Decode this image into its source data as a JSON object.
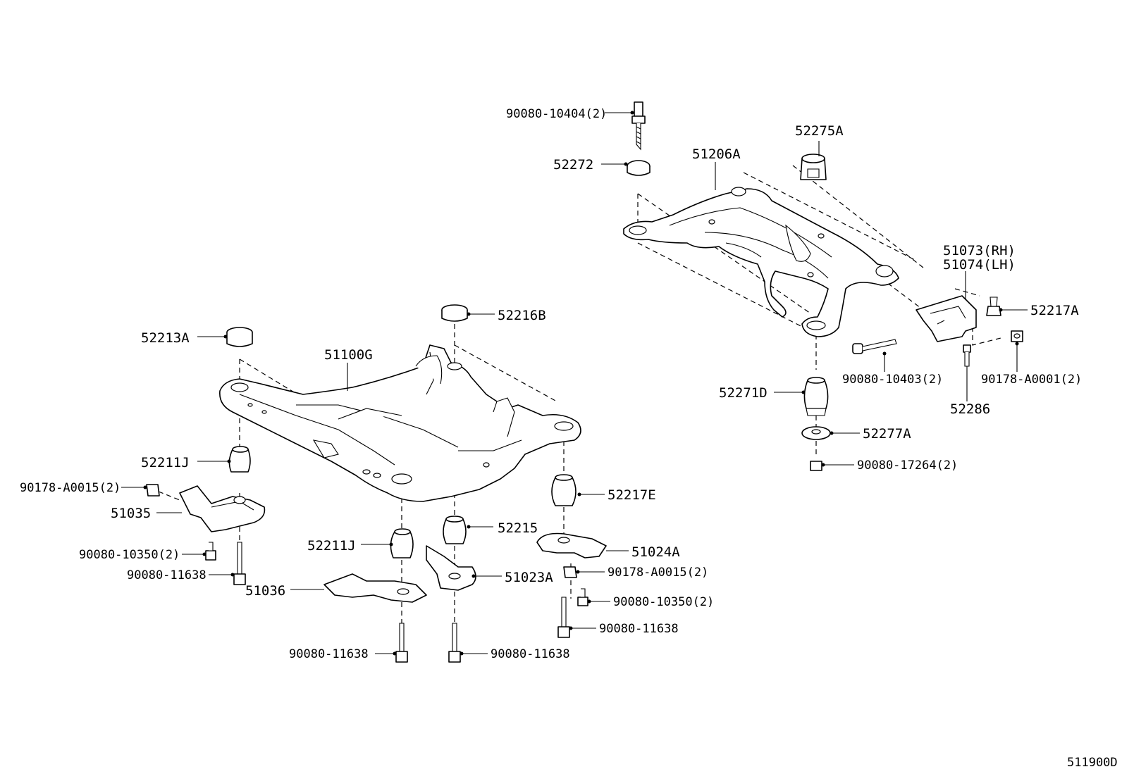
{
  "diagram_id": "511900D",
  "labels": {
    "p_90080_10404": "90080-10404(2)",
    "p_52272": "52272",
    "p_51206A": "51206A",
    "p_52275A": "52275A",
    "p_51073": "51073(RH)",
    "p_51074": "51074(LH)",
    "p_52217A": "52217A",
    "p_90080_10403": "90080-10403(2)",
    "p_90178_A0001": "90178-A0001(2)",
    "p_52286": "52286",
    "p_52271D": "52271D",
    "p_52277A": "52277A",
    "p_90080_17264": "90080-17264(2)",
    "p_52216B": "52216B",
    "p_52213A": "52213A",
    "p_51100G": "51100G",
    "p_52211J_left": "52211J",
    "p_90178_A0015_left": "90178-A0015(2)",
    "p_51035": "51035",
    "p_90080_10350_left": "90080-10350(2)",
    "p_90080_11638_left": "90080-11638",
    "p_52211J_mid": "52211J",
    "p_52215": "52215",
    "p_52217E": "52217E",
    "p_51024A": "51024A",
    "p_51023A": "51023A",
    "p_90178_A0015_right": "90178-A0015(2)",
    "p_90080_10350_right": "90080-10350(2)",
    "p_51036": "51036",
    "p_90080_11638_right": "90080-11638",
    "p_90080_11638_b1": "90080-11638",
    "p_90080_11638_b2": "90080-11638"
  }
}
